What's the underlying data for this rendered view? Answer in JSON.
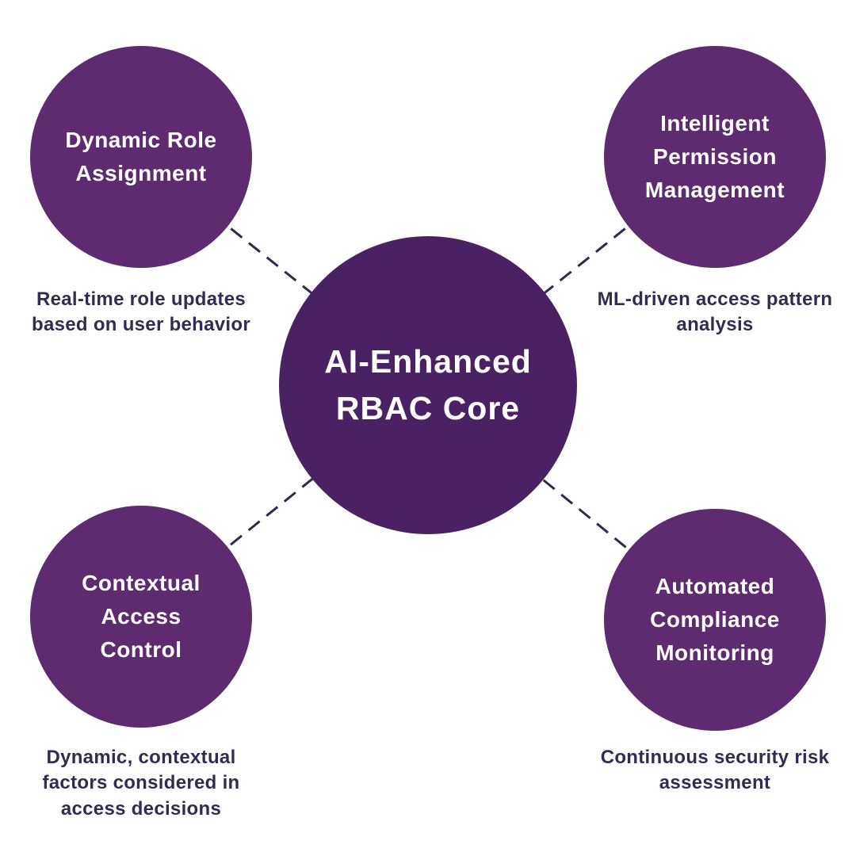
{
  "diagram": {
    "title_hint": "AI-Enhanced RBAC concept diagram",
    "center": {
      "title": "AI-Enhanced RBAC Core"
    },
    "nodes": [
      {
        "id": "dynamic-role-assignment",
        "title": "Dynamic Role Assignment",
        "caption": "Real-time role updates based on user behavior",
        "position": "top-left"
      },
      {
        "id": "intelligent-permission-management",
        "title": "Intelligent Permission Management",
        "caption": "ML-driven access pattern analysis",
        "position": "top-right"
      },
      {
        "id": "contextual-access-control",
        "title": "Contextual Access Control",
        "caption": "Dynamic, contextual factors considered in access decisions",
        "position": "bottom-left"
      },
      {
        "id": "automated-compliance-monitoring",
        "title": "Automated Compliance Monitoring",
        "caption": "Continuous security risk assessment",
        "position": "bottom-right"
      }
    ],
    "colors": {
      "background": "#ffffff",
      "center_circle": "#4a2263",
      "satellite_circle": "#5e2a70",
      "circle_text": "#ffffff",
      "caption_text": "#312d52",
      "connector_line": "#2e2b4a"
    },
    "connector_style": "dashed"
  }
}
